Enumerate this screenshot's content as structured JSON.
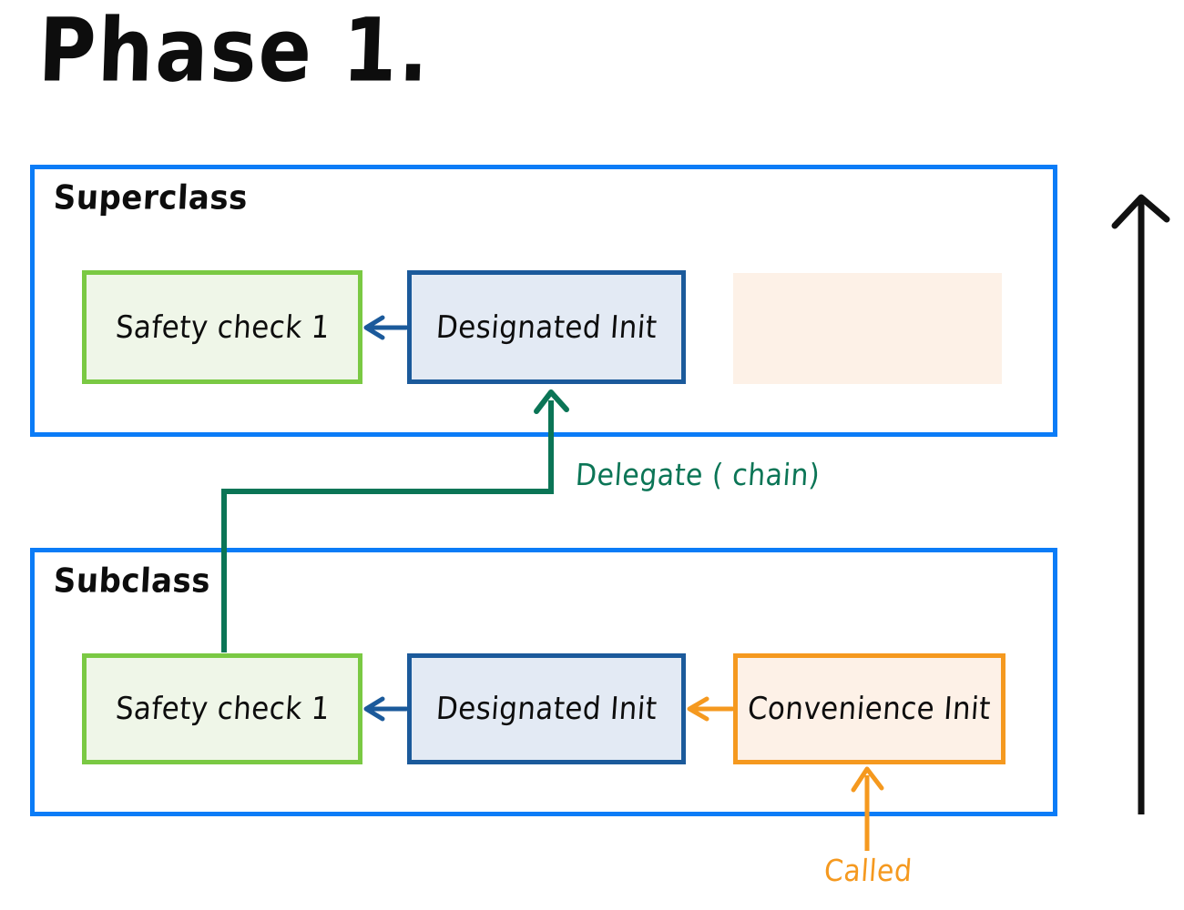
{
  "title": "Phase 1.",
  "colors": {
    "container_border": "#0B7CF7",
    "safety_border": "#7AC943",
    "safety_fill": "#EFF6E8",
    "designated_border": "#1B5A9B",
    "designated_fill": "#E3EAF4",
    "convenience_border": "#F5991F",
    "convenience_fill": "#FDF1E7",
    "ghost_fill": "#FDF1E7",
    "delegate_arrow": "#0B7556",
    "called_arrow": "#F5991F",
    "phase_arrow": "#111111",
    "text": "#0D0D0D"
  },
  "superclass": {
    "label": "Superclass",
    "safety_check": "Safety check 1",
    "designated_init": "Designated Init",
    "ghost_box": ""
  },
  "subclass": {
    "label": "Subclass",
    "safety_check": "Safety check 1",
    "designated_init": "Designated Init",
    "convenience_init": "Convenience Init"
  },
  "connectors": {
    "delegate": "Delegate ( chain)",
    "called": "Called"
  },
  "icons": {
    "phase_direction_arrow": "arrow-up-icon",
    "delegate_chain_arrow": "arrow-up-icon",
    "called_arrow": "arrow-up-icon",
    "init_to_safety_arrow": "arrow-left-icon",
    "convenience_to_designated_arrow": "arrow-left-icon"
  }
}
